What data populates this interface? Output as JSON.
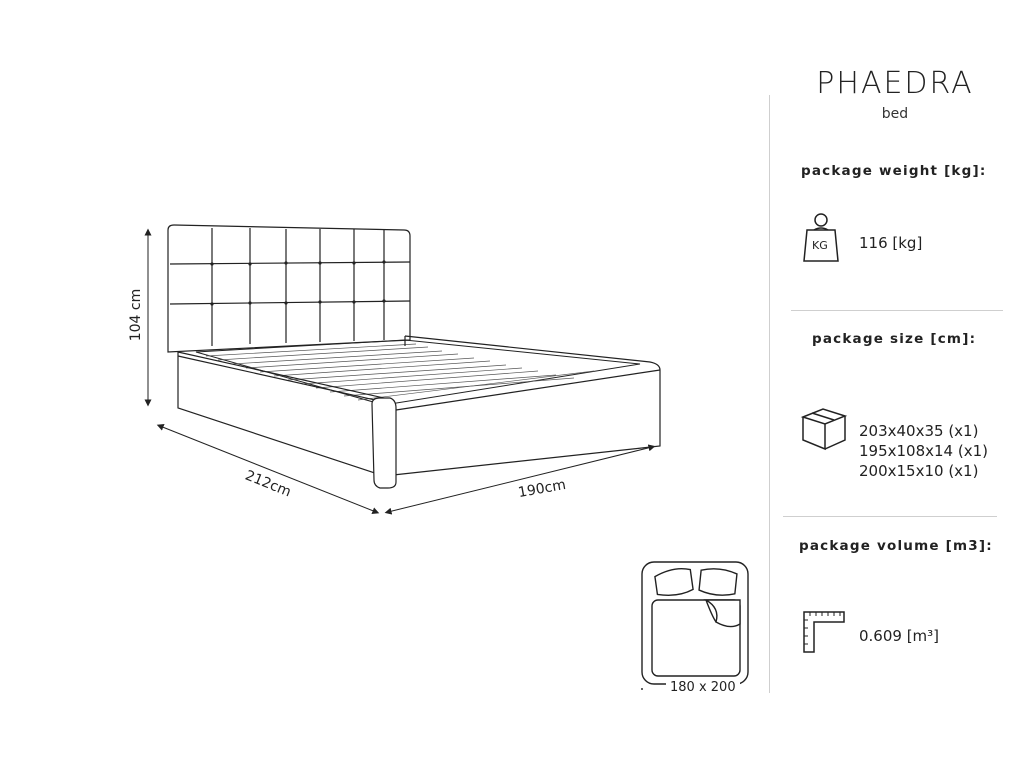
{
  "product": {
    "name": "PHAEDRA",
    "type": "bed"
  },
  "dimensions": {
    "height": "104 cm",
    "length": "212cm",
    "width": "190cm",
    "mattress": "180 x 200"
  },
  "package_weight": {
    "title": "package weight [kg]:",
    "icon_label": "KG",
    "value": "116 [kg]"
  },
  "package_size": {
    "title": "package size [cm]:",
    "items": [
      "203x40x35 (x1)",
      "195x108x14 (x1)",
      "200x15x10 (x1)"
    ]
  },
  "package_volume": {
    "title": "package volume [m3]:",
    "value": "0.609 [m³]"
  },
  "icons": {
    "weight": "weight-kg-icon",
    "box": "package-box-icon",
    "volume": "ruler-volume-icon",
    "mattress": "mattress-top-view-icon"
  }
}
